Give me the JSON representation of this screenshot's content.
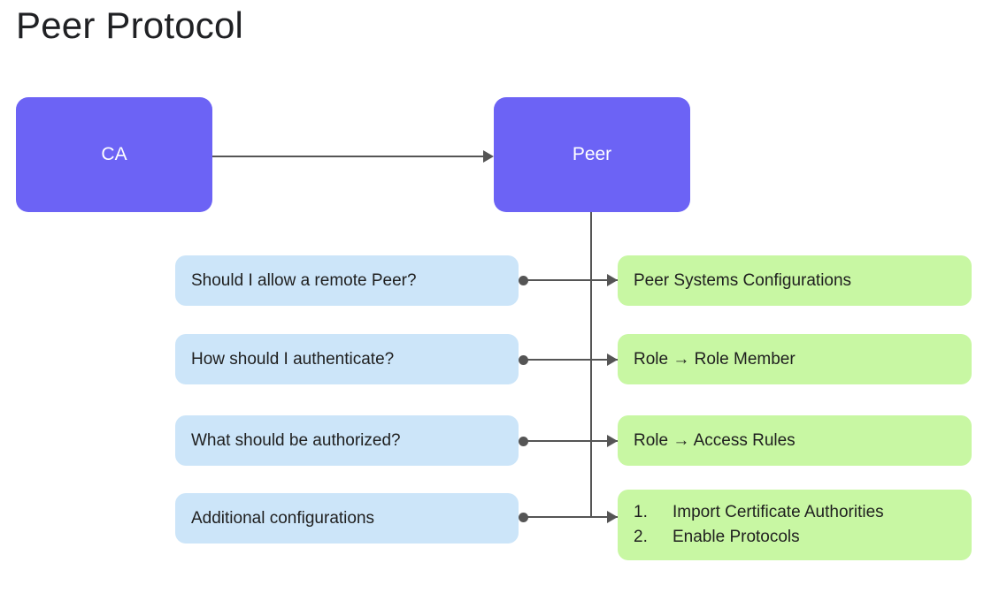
{
  "title": "Peer Protocol",
  "nodes": {
    "ca": {
      "label": "CA"
    },
    "peer": {
      "label": "Peer"
    }
  },
  "rows": [
    {
      "question": "Should I allow a remote Peer?",
      "answer": "Peer Systems Configurations"
    },
    {
      "question": "How should I authenticate?",
      "answer": "Role → Role Member"
    },
    {
      "question": "What should be authorized?",
      "answer": "Role → Access Rules"
    },
    {
      "question": "Additional configurations",
      "answer_list": [
        {
          "num": "1.",
          "text": "Import Certificate Authorities"
        },
        {
          "num": "2.",
          "text": "Enable Protocols"
        }
      ]
    }
  ],
  "colors": {
    "primary_node": "#6C63F5",
    "question_node": "#CCE5F9",
    "answer_node": "#C8F7A3",
    "connector": "#555555",
    "background": "#FFFFFF",
    "title_text": "#202124"
  }
}
